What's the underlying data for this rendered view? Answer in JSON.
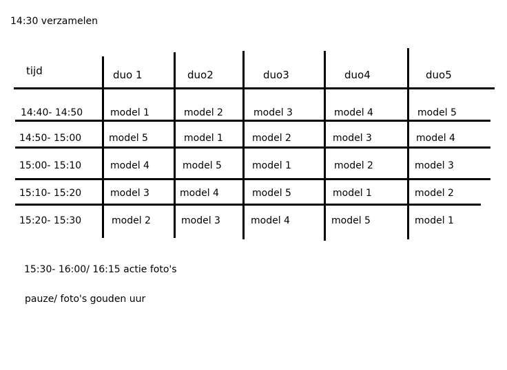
{
  "intro": "14:30 verzamelen",
  "table": {
    "headers": [
      "tijd",
      "duo 1",
      "duo2",
      "duo3",
      "duo4",
      "duo5"
    ],
    "rows": [
      [
        "14:40- 14:50",
        "model 1",
        "model 2",
        "model 3",
        "model 4",
        "model 5"
      ],
      [
        "14:50- 15:00",
        "model 5",
        "model 1",
        "model 2",
        "model 3",
        "model 4"
      ],
      [
        "15:00- 15:10",
        "model 4",
        "model 5",
        "model 1",
        "model 2",
        "model 3"
      ],
      [
        "15:10- 15:20",
        "model 3",
        "model 4",
        "model 5",
        "model 1",
        "model 2"
      ],
      [
        "15:20- 15:30",
        "model 2",
        "model 3",
        "model 4",
        "model 5",
        "model 1"
      ]
    ]
  },
  "footer": {
    "line1": "15:30- 16:00/ 16:15 actie foto's",
    "line2": "pauze/ foto's gouden uur"
  }
}
